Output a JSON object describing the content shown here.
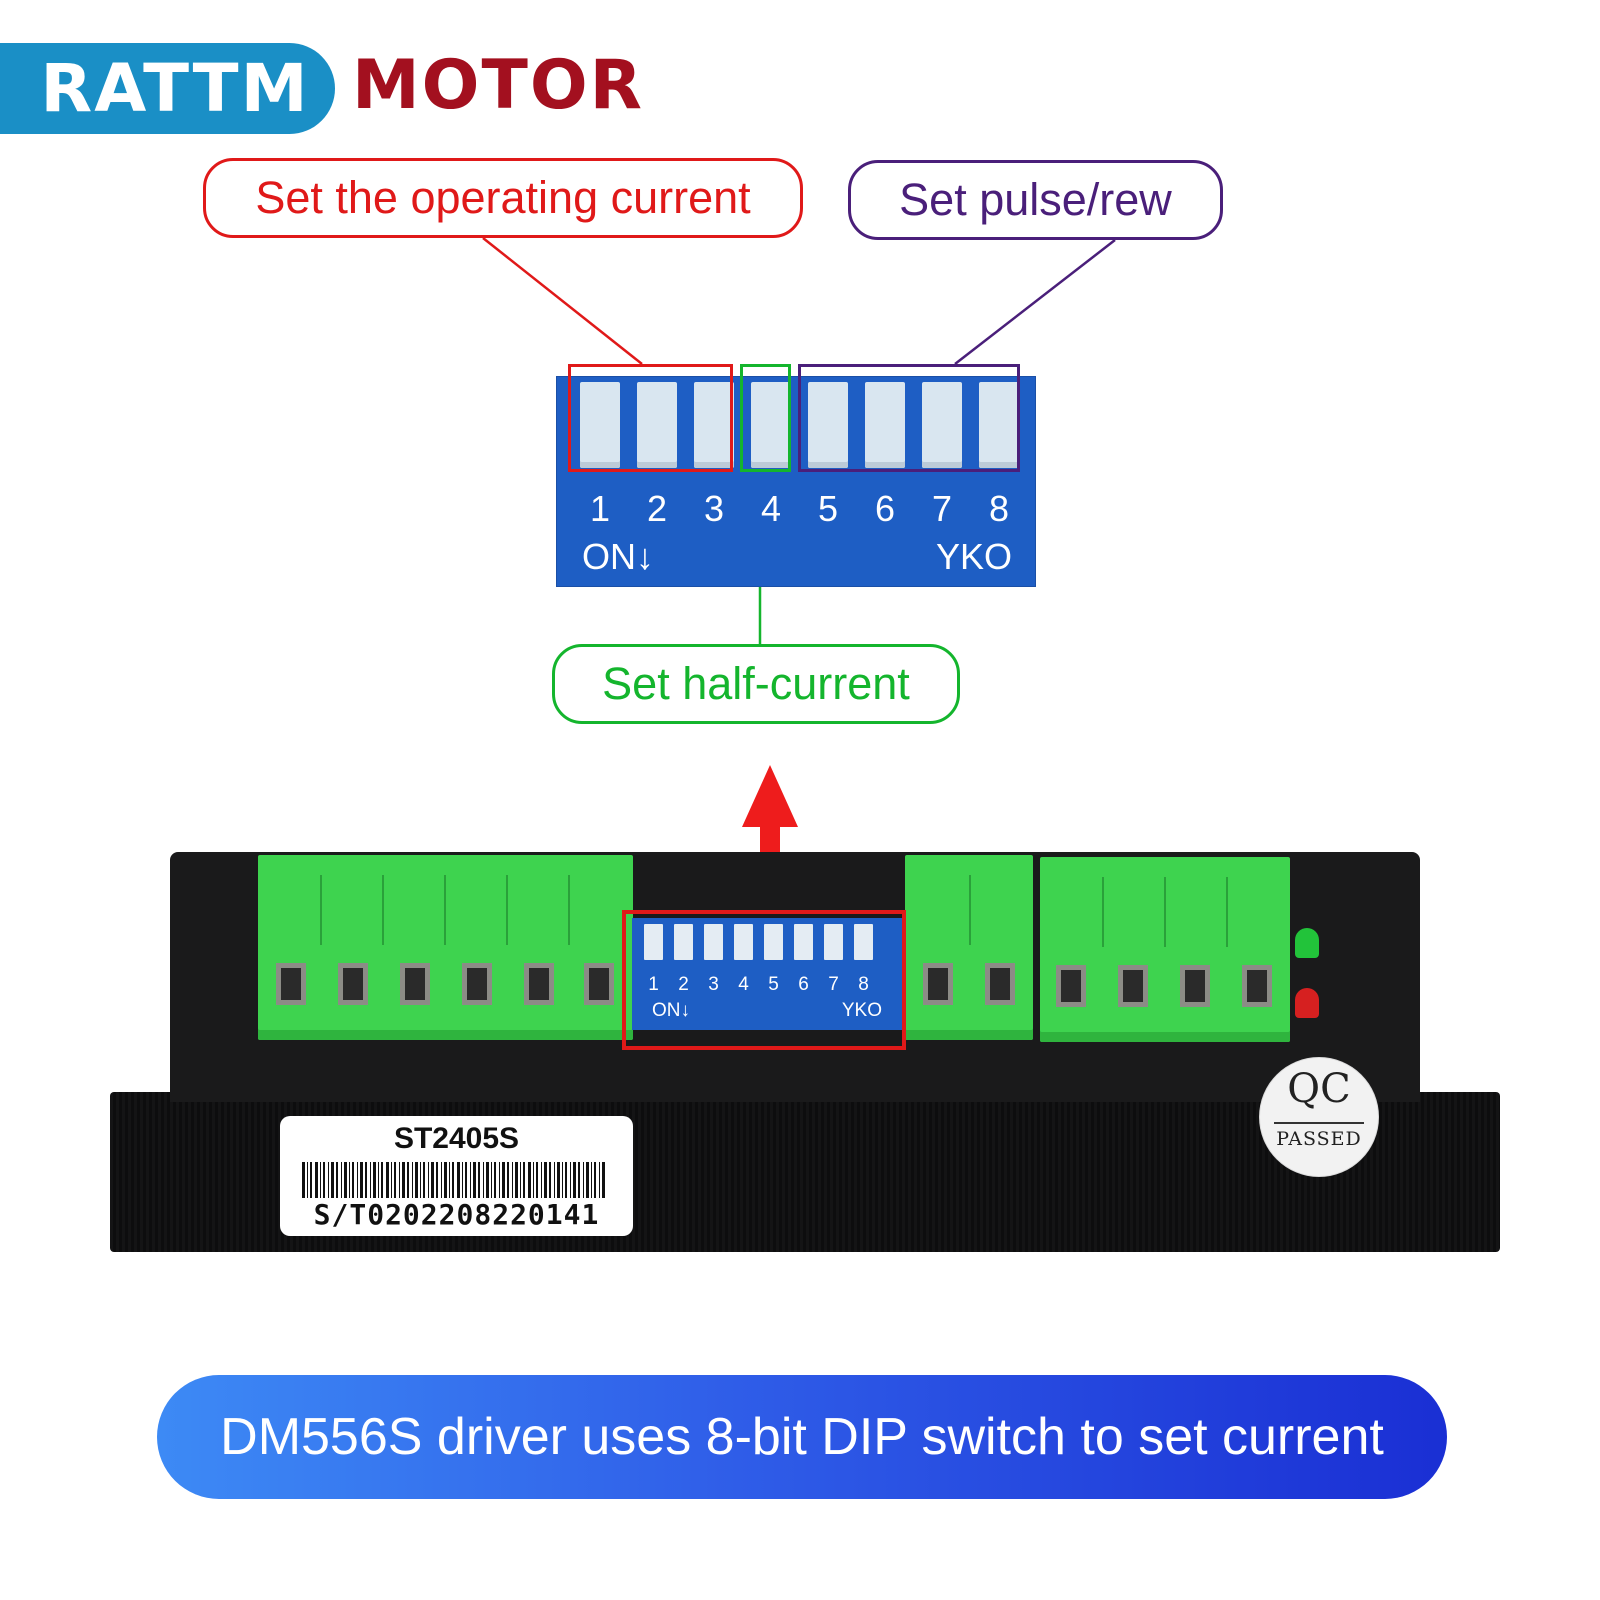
{
  "brand": {
    "name_part1": "RATTM",
    "name_part2": "MOTOR",
    "colors": {
      "pill": "#1a8fc6",
      "motor_text": "#a3101f"
    }
  },
  "callouts": {
    "operating_current": {
      "text": "Set the operating current",
      "color": "#e01919"
    },
    "pulse_rev": {
      "text": "Set pulse/rew",
      "color": "#4a1f7a"
    },
    "half_current": {
      "text": "Set half-current",
      "color": "#14b52d"
    }
  },
  "dip_switch": {
    "numbers": [
      "1",
      "2",
      "3",
      "4",
      "5",
      "6",
      "7",
      "8"
    ],
    "on_label": "ON↓",
    "maker_label": "YKO",
    "color": "#1e5ec4"
  },
  "driver": {
    "model": "ST2405S",
    "serial": "S/T0202208220141",
    "qc_seal": {
      "top": "QC",
      "bottom": "PASSED"
    },
    "led_colors": [
      "#22c33a",
      "#d62020"
    ],
    "terminal_color": "#3ed34f"
  },
  "caption": {
    "text": "DM556S driver uses 8-bit DIP switch to set current"
  }
}
